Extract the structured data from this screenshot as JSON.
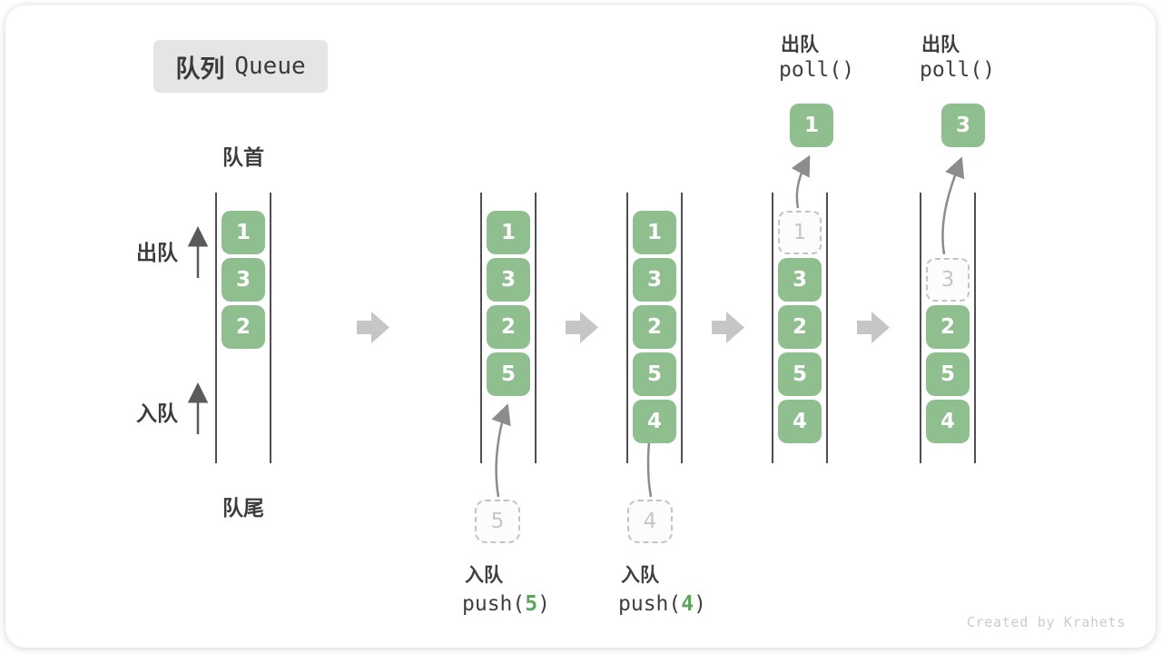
{
  "title": {
    "zh": "队列",
    "en": "Queue"
  },
  "side": {
    "front": "队首",
    "rear": "队尾",
    "dequeue": "出队",
    "enqueue": "入队"
  },
  "states": [
    {
      "cells": [
        "1",
        "3",
        "2"
      ]
    },
    {
      "cells": [
        "1",
        "3",
        "2",
        "5"
      ],
      "in_value": "5",
      "op_zh": "入队",
      "op_pre": "push(",
      "op_arg": "5",
      "op_post": ")"
    },
    {
      "cells": [
        "1",
        "3",
        "2",
        "5",
        "4"
      ],
      "in_value": "4",
      "op_zh": "入队",
      "op_pre": "push(",
      "op_arg": "4",
      "op_post": ")"
    },
    {
      "ghost": "1",
      "cells": [
        "3",
        "2",
        "5",
        "4"
      ],
      "out_value": "1",
      "op_zh": "出队",
      "op_code": "poll()"
    },
    {
      "ghost": "3",
      "cells": [
        "2",
        "5",
        "4"
      ],
      "out_value": "3",
      "op_zh": "出队",
      "op_code": "poll()"
    }
  ],
  "watermark": "Created by Krahets",
  "colors": {
    "cell_green": "#8fbf8f",
    "code_digit_green": "#5ba65b",
    "block_arrow_gray": "#c6c6c6",
    "dashed_border_gray": "#c4c4c4",
    "dashed_text_gray": "#c6c6c6",
    "wall_dark_gray": "#4f4f4f",
    "label_dark": "#3c3c3c",
    "badge_bg": "#e5e5e5",
    "watermark_gray": "#cbcbcb"
  }
}
